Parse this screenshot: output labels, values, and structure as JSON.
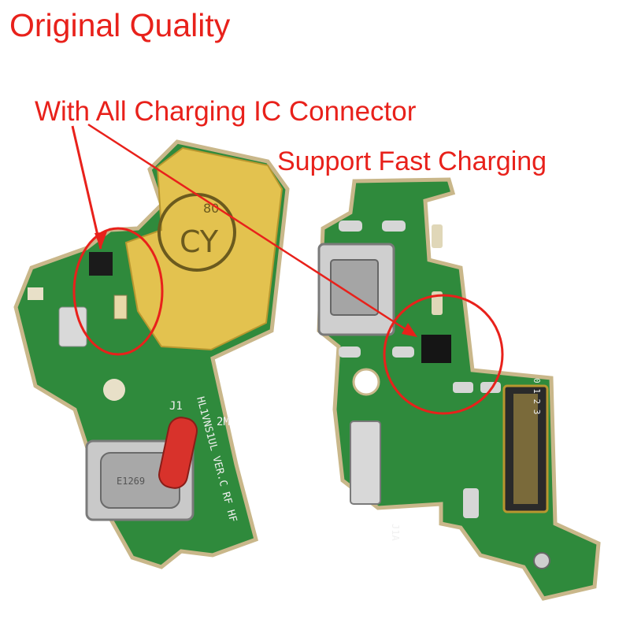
{
  "captions": {
    "quality": "Original Quality",
    "ic_connector": "With All Charging IC Connector",
    "fast_charging": "Support Fast Charging"
  },
  "board_left": {
    "stamp_text": "CY",
    "stamp_number": "80",
    "silkscreen_model": "HL1VNS1UL VER.C RF HF",
    "silkscreen_ref": "J1",
    "silkscreen_code": "2M",
    "port_marking": "E1269"
  },
  "board_right": {
    "silkscreen_ref": "J1A",
    "connector_pins": "0 1 2 3"
  },
  "colors": {
    "annotation_red": "#e8211b",
    "pcb_green": "#2f8a3c",
    "pcb_edge": "#c9b78a",
    "shield_gold": "#e3c24f",
    "port_metal": "#c9c9c9",
    "fuse_red": "#d8322b"
  }
}
